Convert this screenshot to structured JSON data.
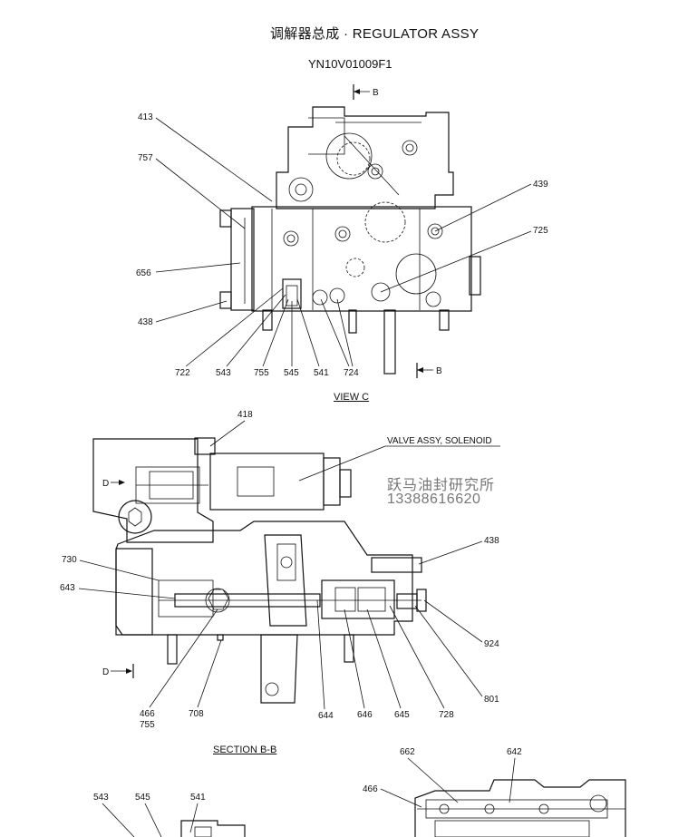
{
  "header": {
    "title": "调解器总成 · REGULATOR ASSY",
    "model": "YN10V01009F1"
  },
  "watermark": {
    "line1": "跃马油封研究所",
    "line2": "13388616620"
  },
  "view_c": {
    "label": "VIEW C",
    "section_marker": "B",
    "callouts": [
      "413",
      "757",
      "656",
      "438",
      "439",
      "725",
      "722",
      "543",
      "755",
      "545",
      "541",
      "724"
    ]
  },
  "section_bb": {
    "label": "SECTION B-B",
    "section_marker": "D",
    "solenoid_note": "VALVE ASSY, SOLENOID",
    "callouts": [
      "418",
      "730",
      "643",
      "438",
      "924",
      "801",
      "466",
      "755",
      "708",
      "644",
      "646",
      "645",
      "728"
    ]
  },
  "section_bottom": {
    "callouts": [
      "543",
      "545",
      "541",
      "662",
      "642",
      "466"
    ]
  }
}
